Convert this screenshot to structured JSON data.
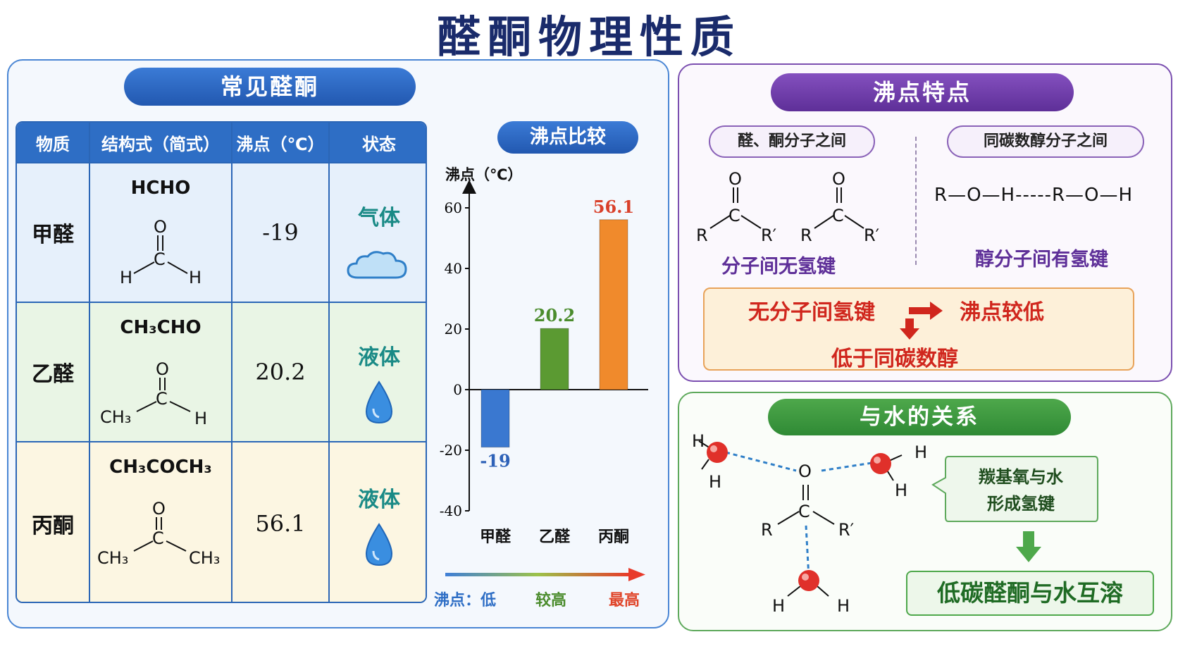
{
  "title": "醛酮物理性质",
  "common": {
    "header": "常见醛酮",
    "columns": [
      "物质",
      "结构式（简式）",
      "沸点（℃）",
      "状态"
    ],
    "rows": [
      {
        "name": "甲醛",
        "formula": "HCHO",
        "bp": "-19",
        "state": "气体",
        "state_icon": "cloud-icon"
      },
      {
        "name": "乙醛",
        "formula": "CH₃CHO",
        "bp": "20.2",
        "state": "液体",
        "state_icon": "water-drop-icon"
      },
      {
        "name": "丙酮",
        "formula": "CH₃COCH₃",
        "bp": "56.1",
        "state": "液体",
        "state_icon": "water-drop-icon"
      }
    ],
    "atoms": {
      "O": "O",
      "C": "C",
      "H": "H",
      "CH3": "CH₃"
    }
  },
  "chart_data": {
    "type": "bar",
    "title": "沸点比较",
    "ylabel": "沸点（℃）",
    "categories": [
      "甲醛",
      "乙醛",
      "丙酮"
    ],
    "values": [
      -19,
      20.2,
      56.1
    ],
    "value_labels": [
      "-19",
      "20.2",
      "56.1"
    ],
    "colors": [
      "#3a78d0",
      "#5b9a32",
      "#f08a2c"
    ],
    "ylim": [
      -40,
      60
    ],
    "yticks": [
      60,
      40,
      20,
      0,
      -20,
      -40
    ],
    "grid": false,
    "legend_bar": {
      "low": "沸点：低",
      "mid": "较高",
      "high": "最高"
    }
  },
  "boiling": {
    "header": "沸点特点",
    "left_label": "醛、酮分子之间",
    "right_label": "同碳数醇分子之间",
    "alcohol_chain": "R—O—H-----R—O—H",
    "no_hbond": "分子间无氢键",
    "has_hbond": "醇分子间有氢键",
    "mol_atoms": {
      "O": "O",
      "C": "C",
      "R": "R",
      "R2": "R′"
    },
    "result": {
      "cause": "无分子间氢键",
      "effect": "沸点较低",
      "compare": "低于同碳数醇"
    }
  },
  "water": {
    "header": "与水的关系",
    "callout": [
      "羰基氧与水",
      "形成氢键"
    ],
    "conclusion": "低碳醛酮与水互溶",
    "atoms": {
      "O": "O",
      "C": "C",
      "R": "R",
      "R2": "R′",
      "H": "H"
    }
  }
}
